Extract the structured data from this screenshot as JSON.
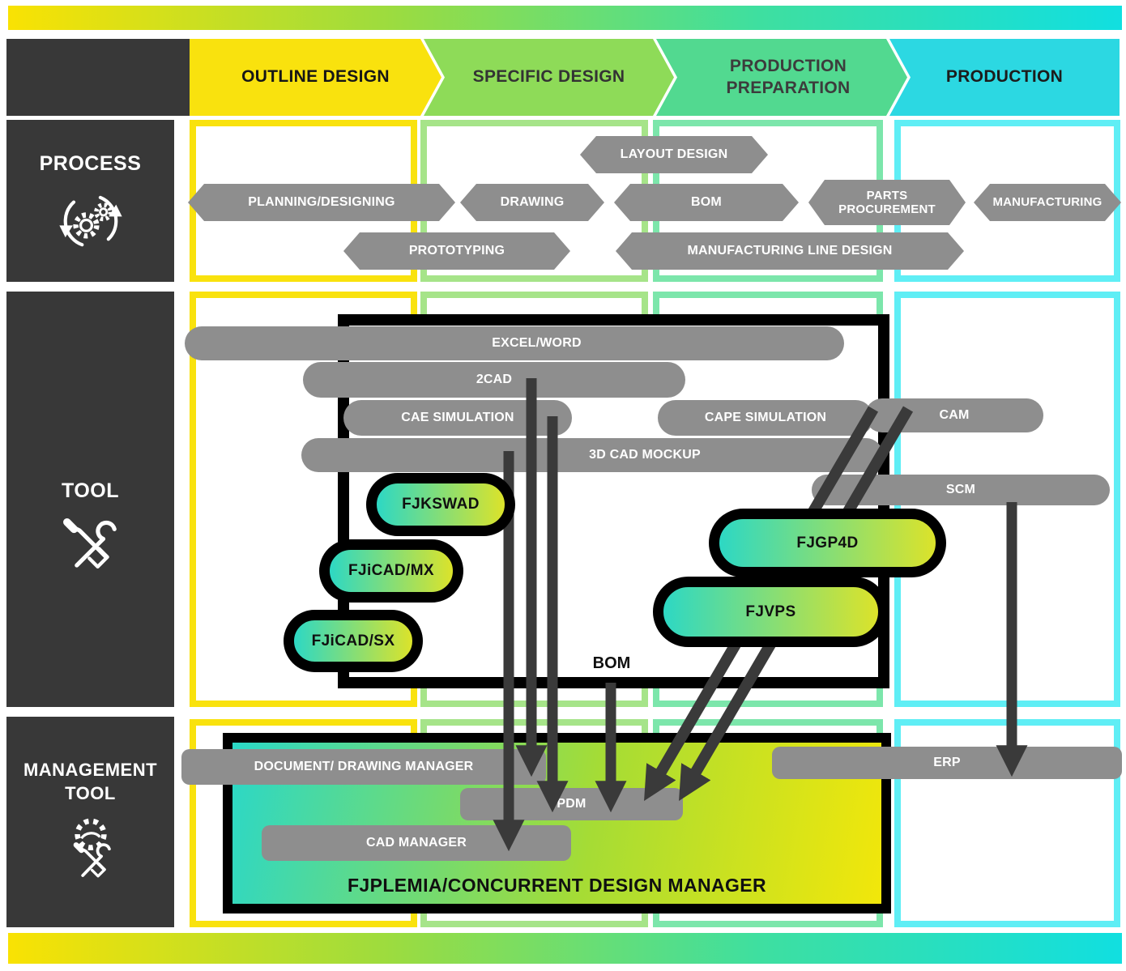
{
  "header": {
    "phases": [
      {
        "label": "OUTLINE DESIGN"
      },
      {
        "label": "SPECIFIC DESIGN"
      },
      {
        "label": "PRODUCTION PREPARATION"
      },
      {
        "label": "PRODUCTION"
      }
    ]
  },
  "side": {
    "rows": [
      {
        "label": "PROCESS"
      },
      {
        "label": "TOOL"
      },
      {
        "label": "MANAGEMENT TOOL"
      }
    ]
  },
  "process": {
    "steps": [
      "LAYOUT DESIGN",
      "PLANNING/DESIGNING",
      "DRAWING",
      "BOM",
      "PARTS PROCUREMENT",
      "MANUFACTURING",
      "PROTOTYPING",
      "MANUFACTURING LINE DESIGN"
    ]
  },
  "tools": {
    "generic": [
      "EXCEL/WORD",
      "2CAD",
      "CAE SIMULATION",
      "CAPE SIMULATION",
      "CAM",
      "3D CAD MOCKUP",
      "SCM"
    ],
    "fujitsu": [
      "FJKSWAD",
      "FJiCAD/MX",
      "FJiCAD/SX",
      "FJGP4D",
      "FJVPS"
    ],
    "bom_label": "BOM"
  },
  "management": {
    "generic": [
      "DOCUMENT/ DRAWING MANAGER",
      "PDM",
      "CAD MANAGER",
      "ERP"
    ],
    "platform": "FJPLEMIA/CONCURRENT DESIGN MANAGER"
  },
  "colors": {
    "phase_yellow": "#f9e20e",
    "phase_green": "#8edb58",
    "phase_teal": "#52d990",
    "phase_cyan": "#2cd8e2",
    "border_yellow": "#f9e20e",
    "border_green": "#a6e489",
    "border_teal": "#7ce6ab",
    "border_cyan": "#5feef5",
    "dark": "#383838",
    "gray_pill": "#8e8e8e",
    "pill_gradient_start": "#2dd8c4",
    "pill_gradient_end": "#dce32a"
  }
}
